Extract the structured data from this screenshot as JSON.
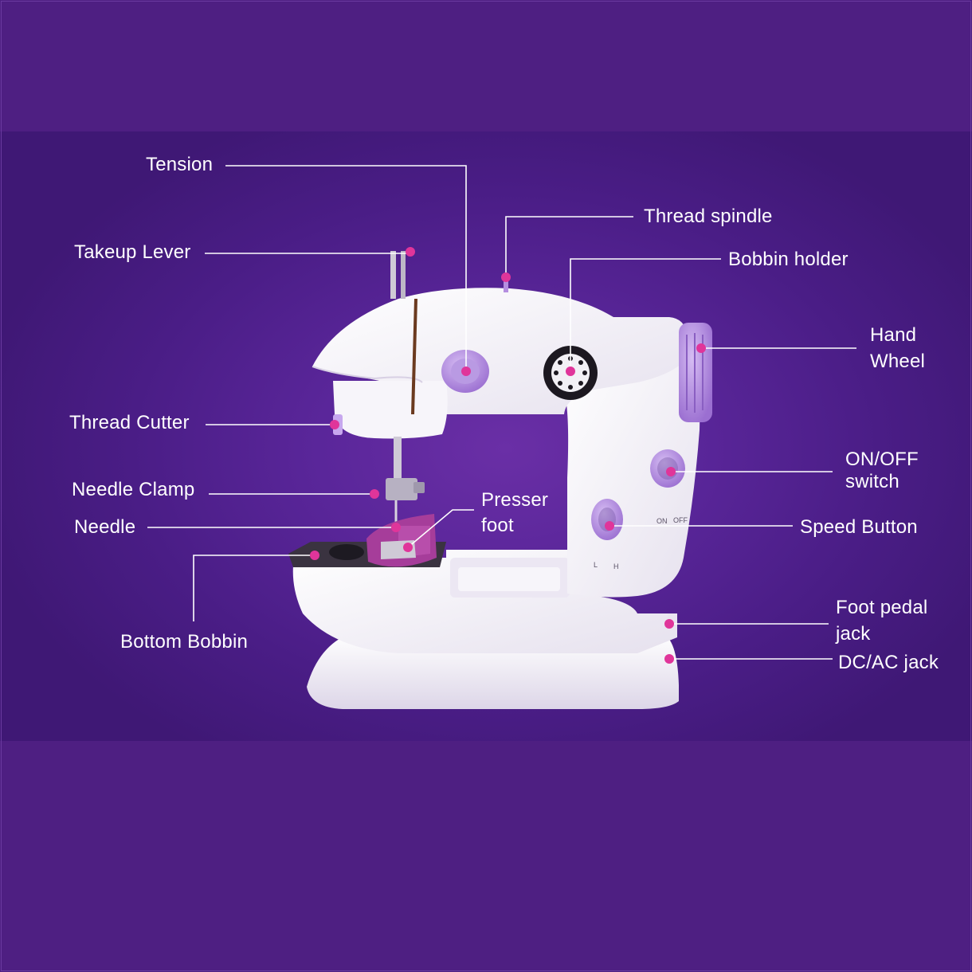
{
  "diagram": {
    "labels": {
      "tension": "Tension",
      "takeup_lever": "Takeup Lever",
      "thread_spindle": "Thread spindle",
      "bobbin_holder": "Bobbin holder",
      "hand_wheel_line1": "Hand",
      "hand_wheel_line2": "Wheel",
      "thread_cutter": "Thread Cutter",
      "on_off_line1": "ON/OFF",
      "on_off_line2": "switch",
      "needle_clamp": "Needle Clamp",
      "presser_foot_line1": "Presser",
      "presser_foot_line2": "foot",
      "needle": "Needle",
      "speed_button": "Speed Button",
      "foot_pedal_line1": "Foot pedal",
      "foot_pedal_line2": "jack",
      "bottom_bobbin": "Bottom Bobbin",
      "dc_ac_jack": "DC/AC jack"
    },
    "panel_markings": {
      "on": "ON",
      "off": "OFF",
      "low": "L",
      "high": "H"
    },
    "colors": {
      "background": "#4e1f82",
      "machine_body": "#f4f2f7",
      "accent_lilac": "#b58ee0",
      "marker_pink": "#e0359a",
      "leader_line": "#ffffff"
    }
  }
}
